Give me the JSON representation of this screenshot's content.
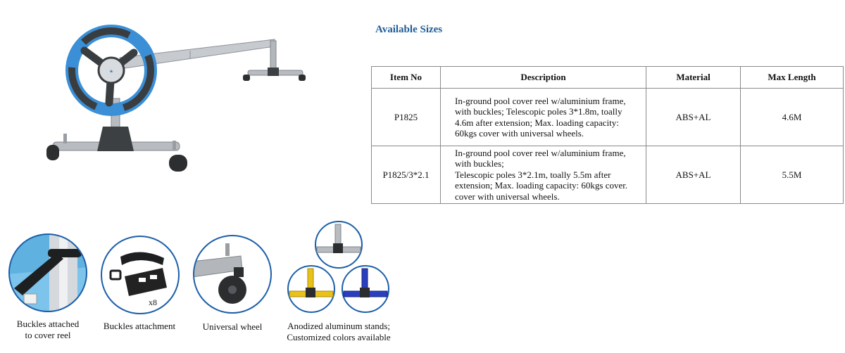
{
  "heading": "Available Sizes",
  "table": {
    "headers": [
      "Item No",
      "Description",
      "Material",
      "Max Length"
    ],
    "rows": [
      {
        "item_no": "P1825",
        "description_lines": [
          "In-ground pool cover reel w/aluminium frame,",
          "with buckles; Telescopic poles 3*1.8m, toally",
          "4.6m after extension; Max. loading capacity:",
          "60kgs cover with universal wheels."
        ],
        "material": "ABS+AL",
        "max_length": "4.6M"
      },
      {
        "item_no": "P1825/3*2.1",
        "description_lines": [
          "In-ground pool cover reel w/aluminium frame,",
          "with buckles;",
          "Telescopic poles 3*2.1m, toally 5.5m after",
          "extension; Max. loading capacity: 60kgs cover.",
          "cover with universal wheels."
        ],
        "material": "ABS+AL",
        "max_length": "5.5M"
      }
    ]
  },
  "features": {
    "buckles_attached": [
      "Buckles attached",
      "to cover reel"
    ],
    "buckles_attachment": "Buckles attachment",
    "buckles_count": "x8",
    "universal_wheel": "Universal wheel",
    "anodized": [
      "Anodized aluminum stands;",
      "Customized colors available"
    ]
  },
  "colors": {
    "heading": "#1f5c99",
    "wheel_blue": "#3a8fd6",
    "reel_dark": "#3a3d40",
    "aluminum": "#b8bcc2",
    "circle_border": "#1c5fa8",
    "stand_yellow": "#e8c21a",
    "stand_blue": "#2a3fc0"
  },
  "icons": [
    "reel-product-image",
    "buckle-strap-icon",
    "wheel-icon",
    "stand-icon"
  ]
}
